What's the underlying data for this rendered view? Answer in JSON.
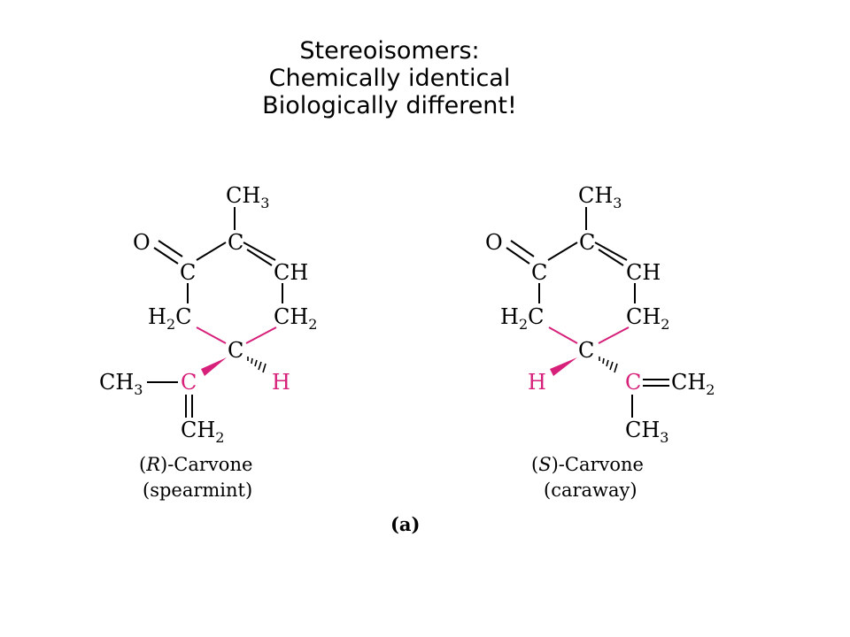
{
  "title": {
    "line1": "Stereoisomers:",
    "line2": "Chemically identical",
    "line3": "Biologically different!"
  },
  "colors": {
    "ink": "#000000",
    "stereo": "#d6207a"
  },
  "molecules": [
    {
      "atoms": {
        "methyl_top_main": "CH",
        "methyl_top_sub": "3",
        "o": "O",
        "c_carbonyl": "C",
        "c_top": "C",
        "ch": "CH",
        "h2c_main_h": "H",
        "h2c_sub": "2",
        "h2c_main_c": "C",
        "ch2_right_main": "CH",
        "ch2_right_sub": "2",
        "c_stereo": "C",
        "h": "H",
        "ch3_left_main": "CH",
        "ch3_left_sub": "3",
        "c_sub": "C",
        "ch2_bottom_main": "CH",
        "ch2_bottom_sub": "2"
      },
      "caption_prefix": "(",
      "caption_config": "R",
      "caption_suffix": ")-Carvone",
      "source": "(spearmint)"
    },
    {
      "atoms": {
        "methyl_top_main": "CH",
        "methyl_top_sub": "3",
        "o": "O",
        "c_carbonyl": "C",
        "c_top": "C",
        "ch": "CH",
        "h2c_main_h": "H",
        "h2c_sub": "2",
        "h2c_main_c": "C",
        "ch2_right_main": "CH",
        "ch2_right_sub": "2",
        "c_stereo": "C",
        "h": "H",
        "c_sub": "C",
        "ch2_end_main": "CH",
        "ch2_end_sub": "2",
        "ch3_bottom_main": "CH",
        "ch3_bottom_sub": "3"
      },
      "caption_prefix": "(",
      "caption_config": "S",
      "caption_suffix": ")-Carvone",
      "source": "(caraway)"
    }
  ],
  "panel_label": "(a)"
}
